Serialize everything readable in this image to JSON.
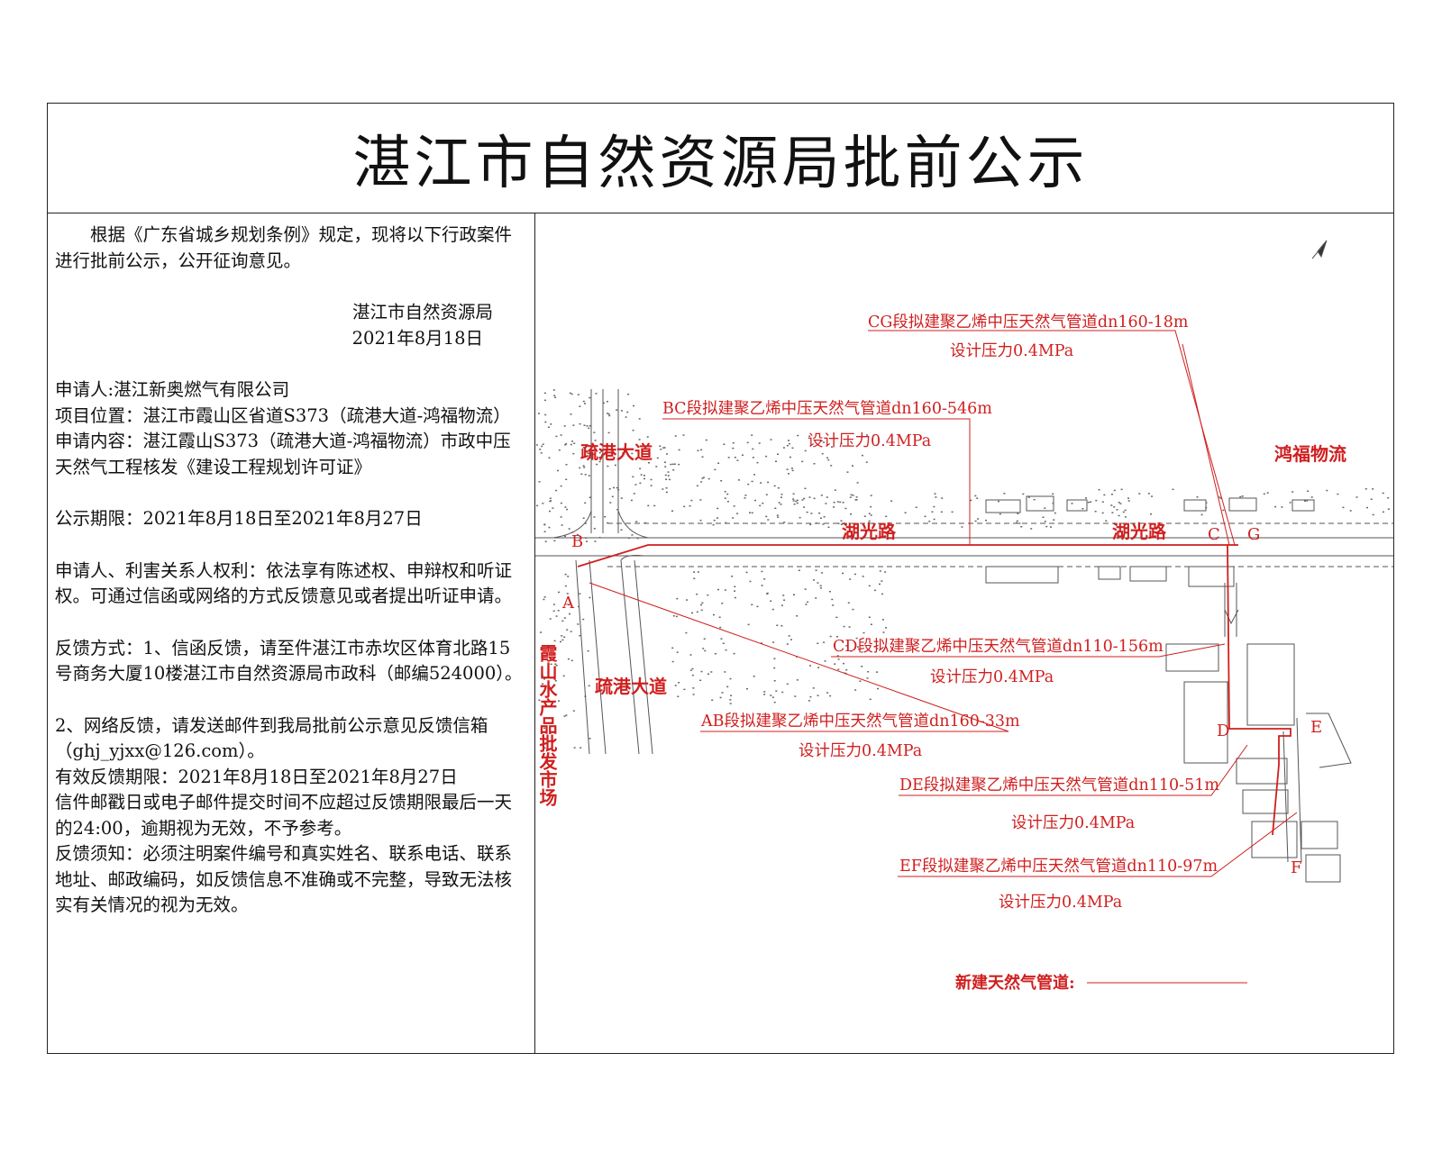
{
  "title": "湛江市自然资源局批前公示",
  "notice": {
    "intro": "根据《广东省城乡规划条例》规定，现将以下行政案件进行批前公示，公开征询意见。",
    "issuer": "湛江市自然资源局",
    "date": "2021年8月18日",
    "applicant": "申请人:湛江新奥燃气有限公司",
    "location": "项目位置：湛江市霞山区省道S373（疏港大道-鸿福物流）",
    "content": "申请内容：湛江霞山S373（疏港大道-鸿福物流）市政中压天然气工程核发《建设工程规划许可证》",
    "period": "公示期限：2021年8月18日至2021年8月27日",
    "rights": "申请人、利害关系人权利：依法享有陈述权、申辩权和听证权。可通过信函或网络的方式反馈意见或者提出听证申请。",
    "feedback1": "反馈方式：1、信函反馈，请至件湛江市赤坎区体育北路15号商务大厦10楼湛江市自然资源局市政科（邮编524000）。",
    "feedback2": "2、网络反馈，请发送邮件到我局批前公示意见反馈信箱（ghj_yjxx@126.com）。",
    "valid_period": "有效反馈期限：2021年8月18日至2021年8月27日",
    "deadline_rule": "信件邮戳日或电子邮件提交时间不应超过反馈期限最后一天的24:00，逾期视为无效，不予参考。",
    "requirements": "反馈须知：必须注明案件编号和真实姓名、联系电话、联系地址、邮政编码，如反馈信息不准确或不完整，导致无法核实有关情况的视为无效。"
  },
  "map": {
    "road_labels": [
      "疏港大道",
      "湖光路",
      "湖光路",
      "鸿福物流",
      "疏港大道"
    ],
    "vertical_label": "霞山水产品批发市场",
    "point_labels": [
      "A",
      "B",
      "C",
      "G",
      "D",
      "E",
      "F"
    ],
    "segments": [
      {
        "name": "CG段拟建聚乙烯中压天然气管道dn160-18m",
        "pressure": "设计压力0.4MPa"
      },
      {
        "name": "BC段拟建聚乙烯中压天然气管道dn160-546m",
        "pressure": "设计压力0.4MPa"
      },
      {
        "name": "CD段拟建聚乙烯中压天然气管道dn110-156m",
        "pressure": "设计压力0.4MPa"
      },
      {
        "name": "AB段拟建聚乙烯中压天然气管道dn160-33m",
        "pressure": "设计压力0.4MPa"
      },
      {
        "name": "DE段拟建聚乙烯中压天然气管道dn110-51m",
        "pressure": "设计压力0.4MPa"
      },
      {
        "name": "EF段拟建聚乙烯中压天然气管道dn110-97m",
        "pressure": "设计压力0.4MPa"
      }
    ],
    "legend_label": "新建天然气管道:",
    "colors": {
      "pipeline": "#d01f1f",
      "base_map": "#555555"
    }
  }
}
